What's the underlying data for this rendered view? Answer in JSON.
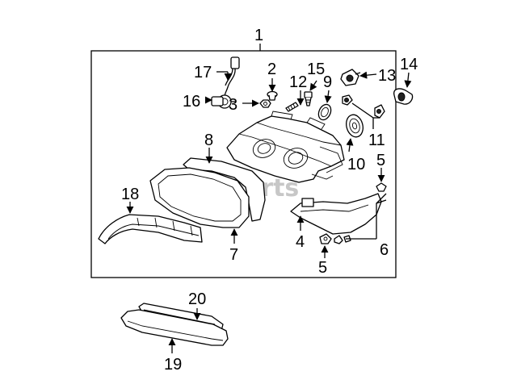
{
  "watermark": "vparts",
  "callouts": [
    {
      "id": "1",
      "text": "1"
    },
    {
      "id": "2",
      "text": "2"
    },
    {
      "id": "3",
      "text": "3"
    },
    {
      "id": "4",
      "text": "4"
    },
    {
      "id": "5a",
      "text": "5"
    },
    {
      "id": "5b",
      "text": "5"
    },
    {
      "id": "6",
      "text": "6"
    },
    {
      "id": "7",
      "text": "7"
    },
    {
      "id": "8",
      "text": "8"
    },
    {
      "id": "9",
      "text": "9"
    },
    {
      "id": "10",
      "text": "10"
    },
    {
      "id": "11",
      "text": "11"
    },
    {
      "id": "12",
      "text": "12"
    },
    {
      "id": "13",
      "text": "13"
    },
    {
      "id": "14",
      "text": "14"
    },
    {
      "id": "15",
      "text": "15"
    },
    {
      "id": "16",
      "text": "16"
    },
    {
      "id": "17",
      "text": "17"
    },
    {
      "id": "18",
      "text": "18"
    },
    {
      "id": "19",
      "text": "19"
    },
    {
      "id": "20",
      "text": "20"
    }
  ]
}
